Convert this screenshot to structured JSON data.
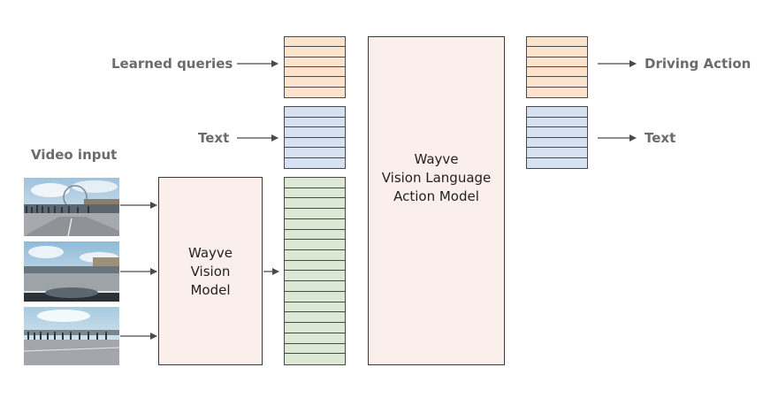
{
  "labels": {
    "video_input": "Video input",
    "learned_queries": "Learned queries",
    "text_in": "Text",
    "driving_action": "Driving Action",
    "text_out": "Text"
  },
  "vision_model": {
    "line1": "Wayve",
    "line2": "Vision",
    "line3": "Model"
  },
  "vla_model": {
    "line1": "Wayve",
    "line2": "Vision Language",
    "line3": "Action Model"
  },
  "colors": {
    "orange_token": "#fde3cc",
    "blue_token": "#d6e2f1",
    "green_token": "#dbe9d4",
    "model_fill": "#fbefec"
  },
  "images": [
    "video-frame-london-eye-street",
    "video-frame-bridge-dashboard",
    "video-frame-embankment-crowd"
  ]
}
